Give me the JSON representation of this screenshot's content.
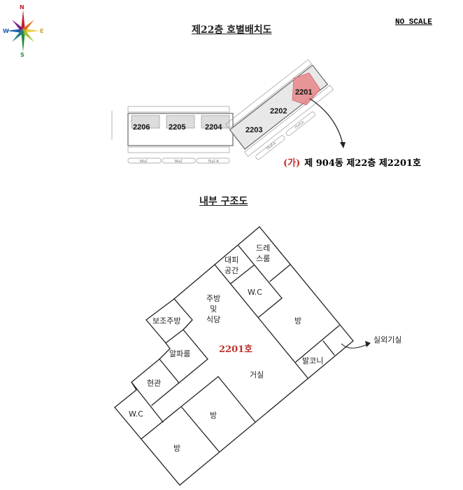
{
  "compass": {
    "north": "N",
    "south": "S",
    "east": "E",
    "west": "W"
  },
  "layout_plan": {
    "title": "제22층 호별배치도",
    "scale_note": "NO SCALE",
    "units": [
      "2206",
      "2205",
      "2204",
      "2203",
      "2202",
      "2201"
    ],
    "area_tags": [
      "84㎡",
      "84㎡",
      "75㎡-A",
      "75㎡-A",
      "75㎡-A"
    ],
    "highlighted_unit": "2201",
    "highlight_color": "#e8868a",
    "caption_mark": "(가)",
    "caption_text": "제 904동  제22층  제2201호"
  },
  "interior_plan": {
    "title": "내부 구조도",
    "unit_label": "2201호",
    "rooms": {
      "dress_room": "드레\n스룸",
      "evacuation_space": "대피\n공간",
      "wc_top": "W.C",
      "kitchen_dining": "주방\n및\n식당",
      "aux_kitchen": "보조주방",
      "room_right": "방",
      "alpha_room": "알파룸",
      "entrance": "현관",
      "living_room": "거실",
      "balcony": "발코니",
      "wc_bottom": "W.C",
      "room_middle": "방",
      "room_bottom": "방"
    },
    "outdoor_unit_label": "실외기실"
  },
  "colors": {
    "accent_red": "#c0302a",
    "line": "#222222"
  }
}
